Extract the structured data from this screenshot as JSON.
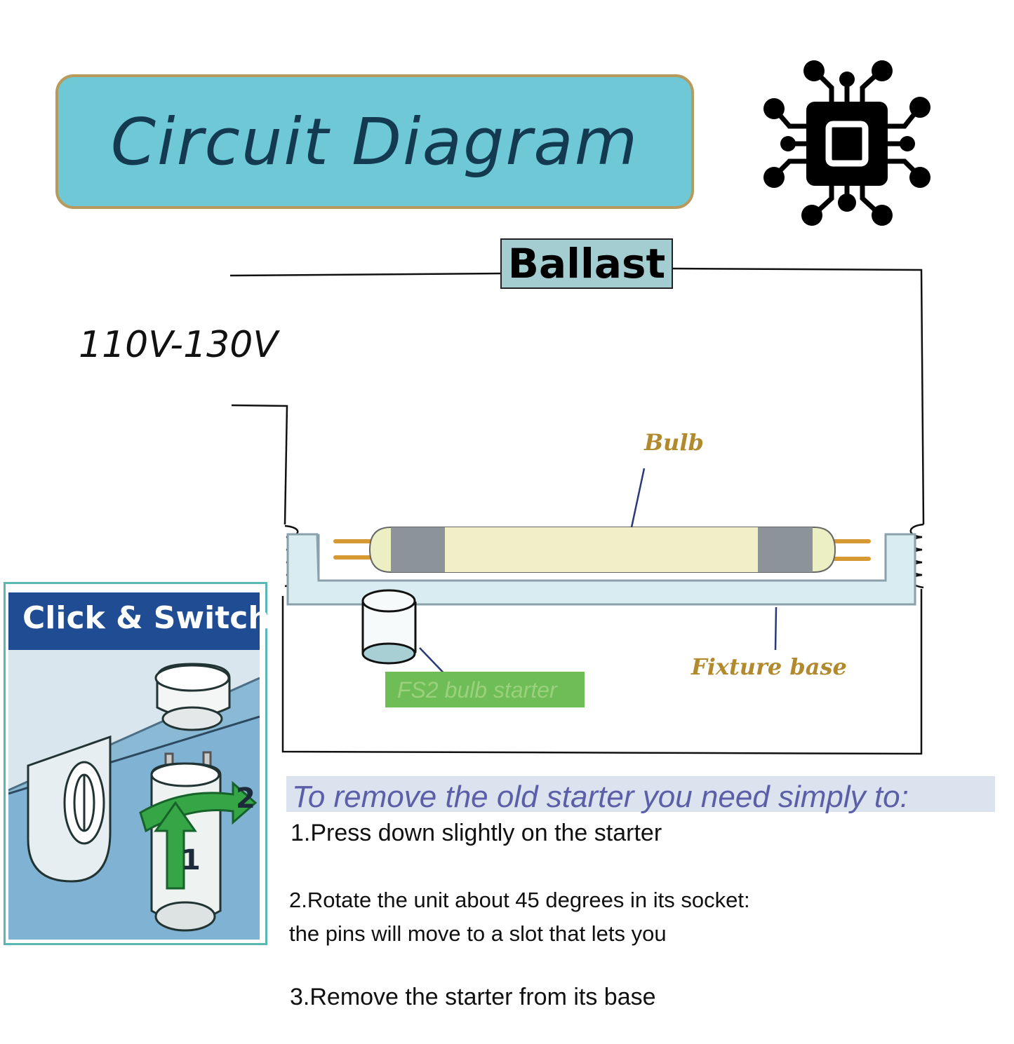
{
  "title": "Circuit Diagram",
  "icon": "circuit-chip-icon",
  "ballast_label": "Ballast",
  "voltage_label": "110V-130V",
  "bulb_label": "Bulb",
  "fixture_label": "Fixture base",
  "starter_label": "FS2 bulb starter",
  "instructions": {
    "heading": "To remove the old starter you need simply to:",
    "step1": "1.Press down slightly on the starter",
    "step2_line1": "2.Rotate the unit about 45 degrees in its socket:",
    "step2_line2": "the pins will move to a slot that lets you",
    "step3": "3.Remove the starter from its base"
  },
  "click_switch": {
    "title": "Click & Switch",
    "arrow1": "1",
    "arrow2": "2"
  },
  "colors": {
    "title_bg": "#6fc8d6",
    "title_border": "#b79a5c",
    "label_gold": "#b28a2e",
    "fixture_fill": "#d9ecf2",
    "bulb_fill": "#eceec4",
    "starter_box": "#6ebd57",
    "instruction_heading": "#5b5fa8",
    "click_header": "#1f4c93"
  }
}
